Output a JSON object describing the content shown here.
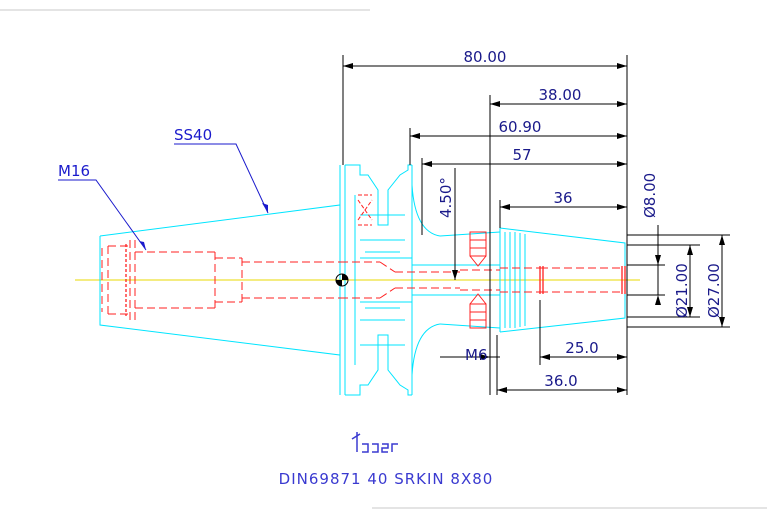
{
  "drawing": {
    "callouts": {
      "ss40": "SS40",
      "m16": "M16",
      "m6": "M6"
    },
    "dimensions": {
      "d80": "80.00",
      "d38": "38.00",
      "d60_90": "60.90",
      "d57": "57",
      "d36": "36",
      "d25": "25.0",
      "d36_0": "36.0",
      "angle": "4.50°",
      "dia8": "Ø8.00",
      "dia21": "Ø21.00",
      "dia27": "Ø27.00"
    },
    "logo_text": "iscar",
    "part_number": "DIN69871  40  SRKIN  8X80"
  },
  "colors": {
    "body": "#00ffff",
    "hidden": "#ff0000",
    "dimension": "#000000",
    "callout": "#1a1acc",
    "centerline": "#ffee00"
  },
  "icons": {
    "logo": "iscar-logo-icon",
    "center": "center-mark-icon"
  }
}
